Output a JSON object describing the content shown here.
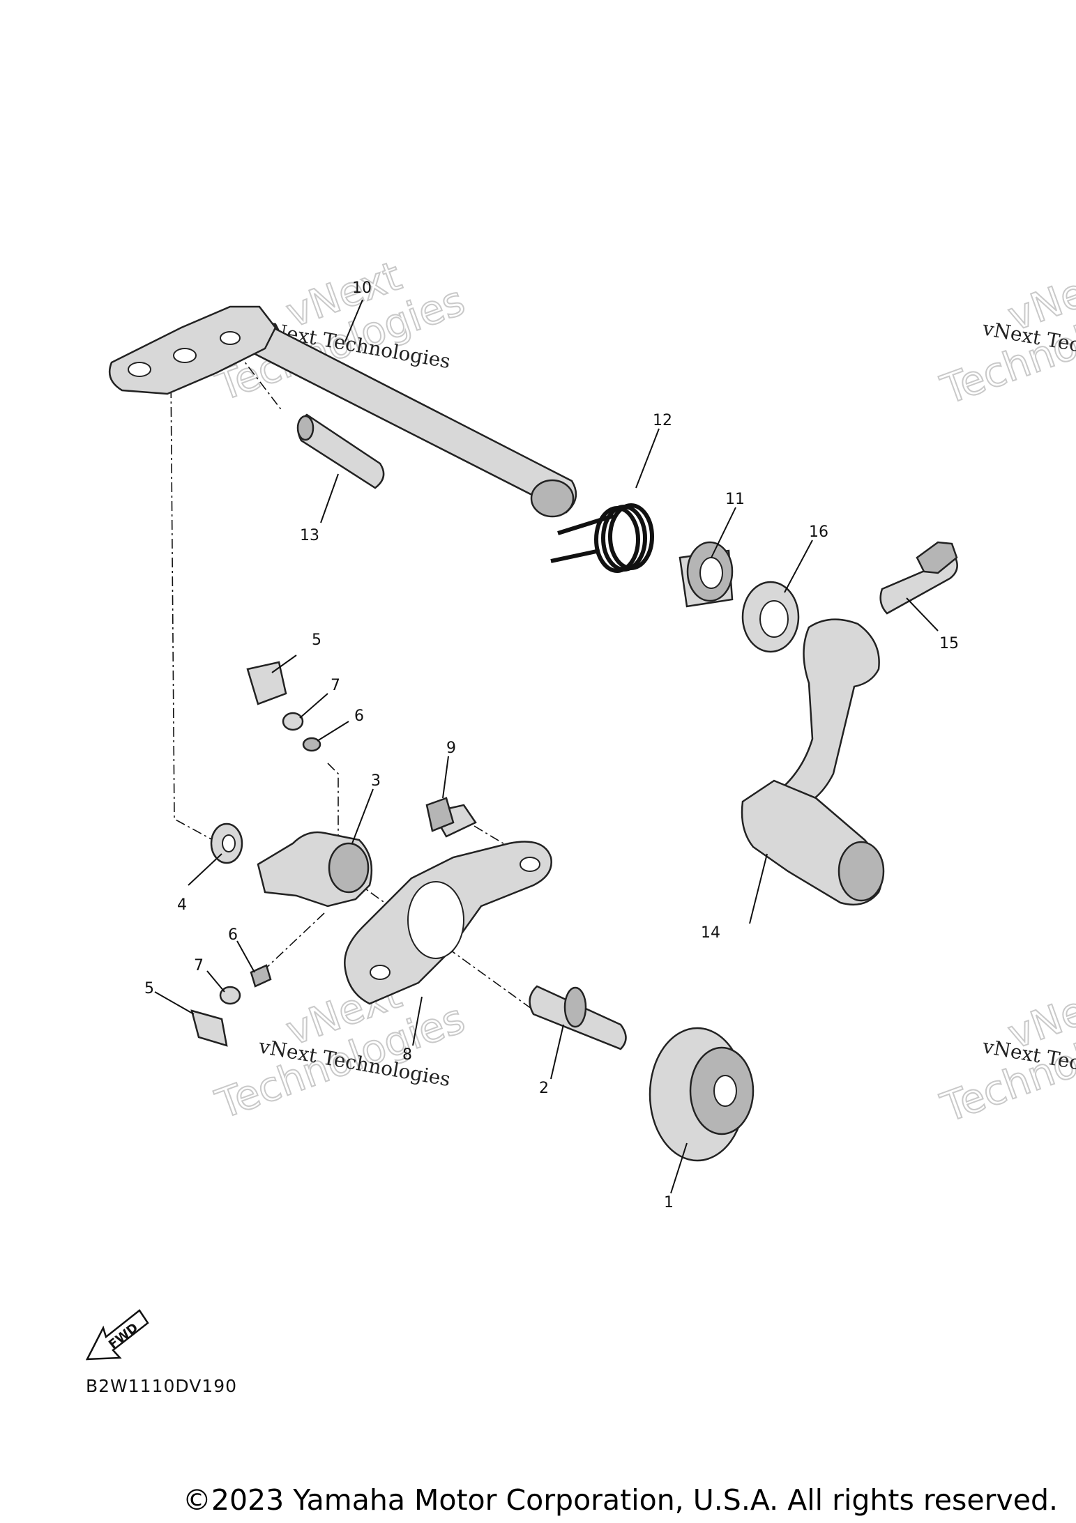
{
  "diagram": {
    "code": "B2W1110DV190",
    "fwd_label": "FWD",
    "callouts": {
      "c1": "1",
      "c2": "2",
      "c3": "3",
      "c4": "4",
      "c5a": "5",
      "c5b": "5",
      "c6a": "6",
      "c6b": "6",
      "c7a": "7",
      "c7b": "7",
      "c8": "8",
      "c9": "9",
      "c10": "10",
      "c11": "11",
      "c12": "12",
      "c13": "13",
      "c14": "14",
      "c15": "15",
      "c16": "16"
    }
  },
  "watermark": {
    "line1": "vNext",
    "line2": "Technologies",
    "small": "vNext Technologies"
  },
  "footer": {
    "copyright": "©2023 Yamaha Motor Corporation, U.S.A. All rights reserved."
  }
}
